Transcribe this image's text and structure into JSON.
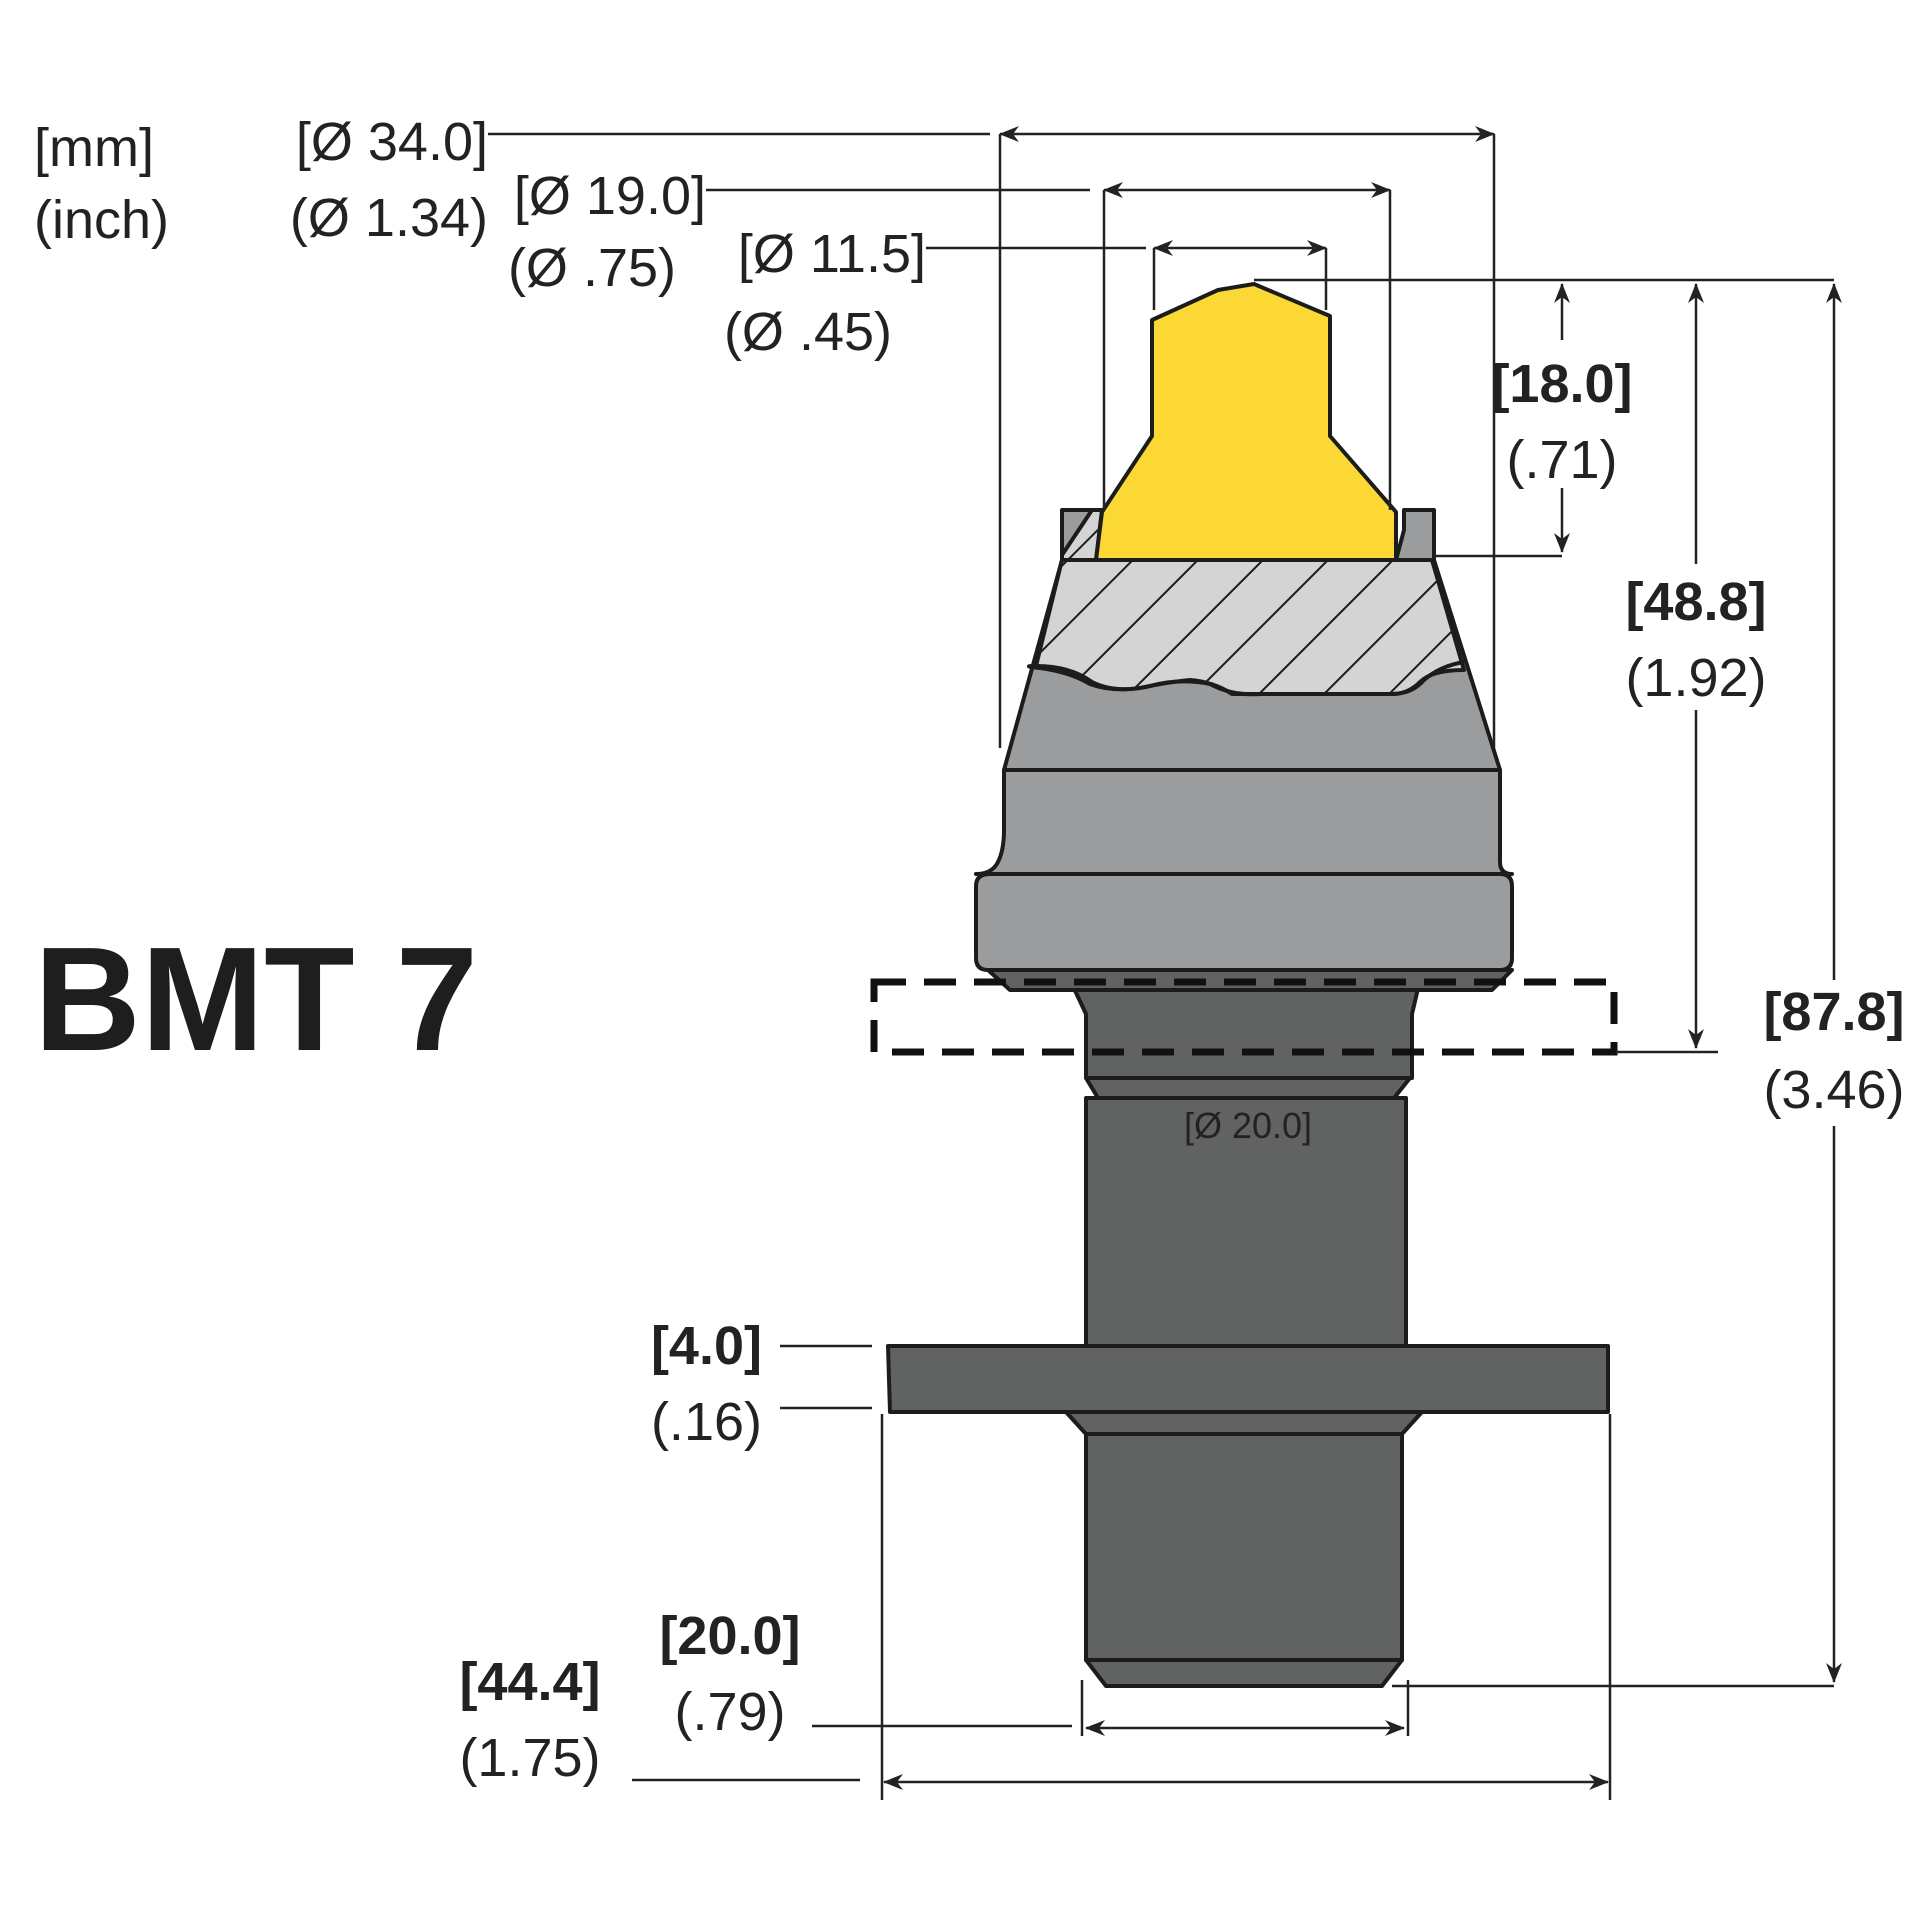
{
  "product_name": "BMT 7",
  "units": {
    "primary": "[mm]",
    "secondary": "(inch)"
  },
  "colors": {
    "tip_carbide": "#FCD835",
    "body_light": "#9B9C9E",
    "body_dark": "#616262",
    "hatch_fill": "#D4D4D4",
    "outline": "#1c1c1c"
  },
  "dimensions": {
    "dia_34": {
      "mm": "[Ø 34.0]",
      "inch": "(Ø 1.34)"
    },
    "dia_19": {
      "mm": "[Ø 19.0]",
      "inch": "(Ø .75)"
    },
    "dia_11_5": {
      "mm": "[Ø 11.5]",
      "inch": "(Ø .45)"
    },
    "height_18": {
      "mm": "[18.0]",
      "inch": "(.71)"
    },
    "height_48_8": {
      "mm": "[48.8]",
      "inch": "(1.92)"
    },
    "height_87_8": {
      "mm": "[87.8]",
      "inch": "(3.46)"
    },
    "dia_20_collar": {
      "mm": "[Ø 20.0]"
    },
    "washer_4": {
      "mm": "[4.0]",
      "inch": "(.16)"
    },
    "shank_20": {
      "mm": "[20.0]",
      "inch": "(.79)"
    },
    "washer_44_4": {
      "mm": "[44.4]",
      "inch": "(1.75)"
    }
  }
}
